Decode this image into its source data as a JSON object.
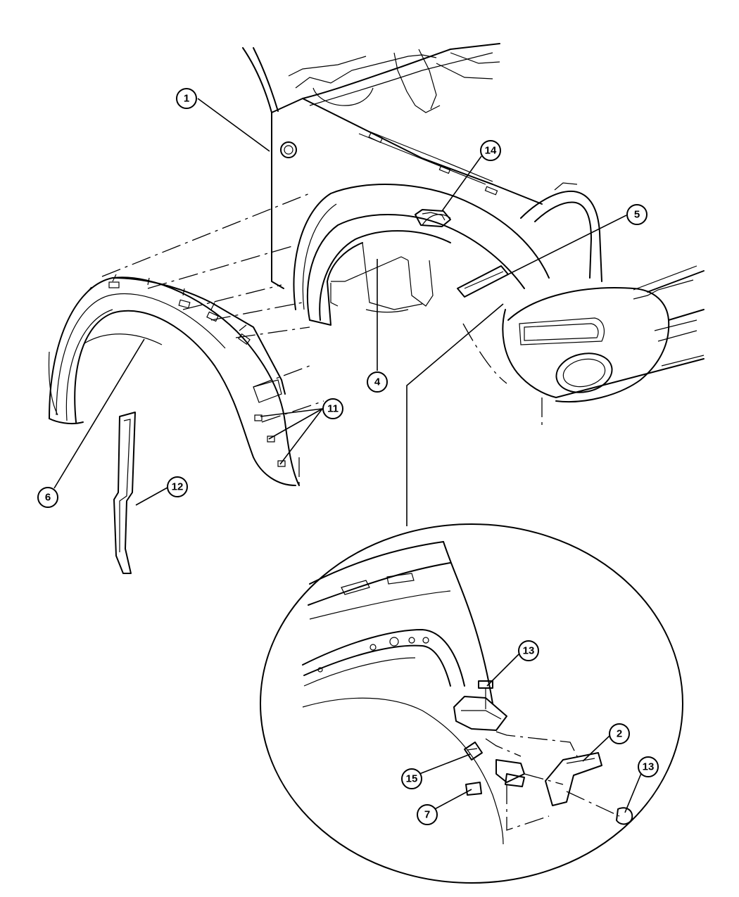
{
  "callouts": [
    {
      "id": "c1",
      "label": "1"
    },
    {
      "id": "c14",
      "label": "14"
    },
    {
      "id": "c5",
      "label": "5"
    },
    {
      "id": "c4",
      "label": "4"
    },
    {
      "id": "c6",
      "label": "6"
    },
    {
      "id": "c11",
      "label": "11"
    },
    {
      "id": "c12",
      "label": "12"
    },
    {
      "id": "c13a",
      "label": "13"
    },
    {
      "id": "c2",
      "label": "2"
    },
    {
      "id": "c13b",
      "label": "13"
    },
    {
      "id": "c15",
      "label": "15"
    },
    {
      "id": "c7",
      "label": "7"
    }
  ]
}
